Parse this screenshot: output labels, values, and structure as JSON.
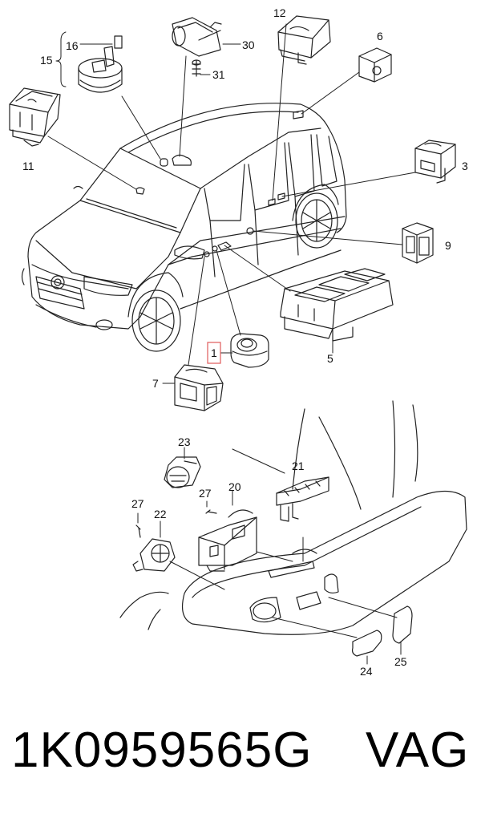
{
  "labels": {
    "p1": "1",
    "p3": "3",
    "p5": "5",
    "p6": "6",
    "p7": "7",
    "p9": "9",
    "p11": "11",
    "p12": "12",
    "p15": "15",
    "p16": "16",
    "p20": "20",
    "p21": "21",
    "p22": "22",
    "p23": "23",
    "p24": "24",
    "p25": "25",
    "p27a": "27",
    "p27b": "27",
    "p30": "30",
    "p31": "31"
  },
  "highlight": {
    "part": "1",
    "color": "#e05a5a"
  },
  "footer": {
    "part_number": "1K0959565G",
    "brand": "VAG"
  }
}
